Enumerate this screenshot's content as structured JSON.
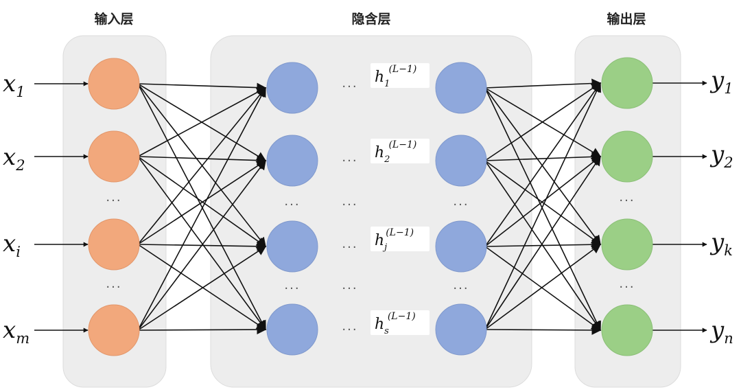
{
  "layers": {
    "input_title": "输入层",
    "hidden_title": "隐含层",
    "output_title": "输出层"
  },
  "inputs": [
    {
      "base": "x",
      "sub": "1"
    },
    {
      "base": "x",
      "sub": "2"
    },
    {
      "base": "x",
      "sub": "i"
    },
    {
      "base": "x",
      "sub": "m"
    }
  ],
  "outputs": [
    {
      "base": "y",
      "sub": "1"
    },
    {
      "base": "y",
      "sub": "2"
    },
    {
      "base": "y",
      "sub": "k"
    },
    {
      "base": "y",
      "sub": "n"
    }
  ],
  "hidden_labels": [
    {
      "base": "h",
      "sub": "1",
      "sup": "(L−1)"
    },
    {
      "base": "h",
      "sub": "2",
      "sup": "(L−1)"
    },
    {
      "base": "h",
      "sub": "j",
      "sup": "(L−1)"
    },
    {
      "base": "h",
      "sub": "s",
      "sup": "(L−1)"
    }
  ],
  "ellipsis": "···",
  "colors": {
    "input_node": "#f2a87c",
    "hidden_node": "#8fa8dc",
    "output_node": "#9bcf86",
    "panel": "#ededed"
  }
}
